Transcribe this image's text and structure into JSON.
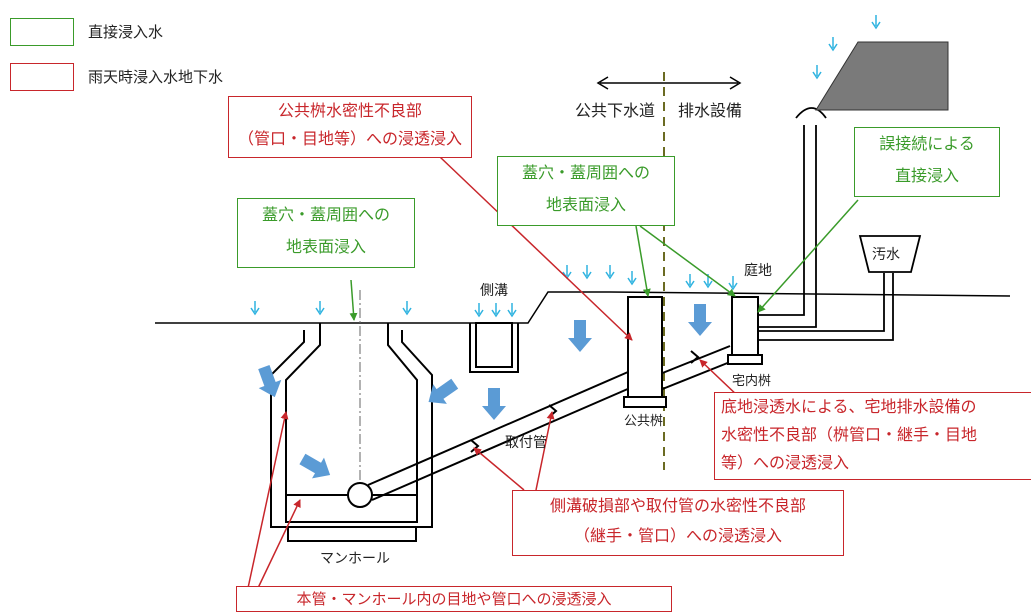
{
  "legend": {
    "direct": "直接浸入水",
    "rain": "雨天時浸入水地下水"
  },
  "colors": {
    "green": "#3a9b2a",
    "red": "#c8262b",
    "cyan": "#2fb3e0",
    "blue": "#5b9bd5",
    "roof": "#7a7a7a"
  },
  "boundary": {
    "public": "公共下水道",
    "private": "排水設備"
  },
  "labels": {
    "gutter": "側溝",
    "garden": "庭地",
    "sewage": "汚水",
    "house_pit": "宅内桝",
    "public_pit": "公共桝",
    "lateral": "取付管",
    "manhole": "マンホール"
  },
  "notes": {
    "public_pit_leak": [
      "公共桝水密性不良部",
      "（管口・目地等）への浸透浸入"
    ],
    "surface_mid": [
      "蓋穴・蓋周囲への",
      "地表面浸入"
    ],
    "surface_left": [
      "蓋穴・蓋周囲への",
      "地表面浸入"
    ],
    "misconnection": [
      "誤接続による",
      "直接浸入"
    ],
    "subsurface": [
      "底地浸透水による、宅地排水設備の",
      "水密性不良部（桝管口・継手・目地",
      "等）への浸透浸入"
    ],
    "gutter_damage": [
      "側溝破損部や取付管の水密性不良部",
      "（継手・管口）への浸透浸入"
    ],
    "main_pipe": "本管・マンホール内の目地や管口への浸透浸入"
  }
}
